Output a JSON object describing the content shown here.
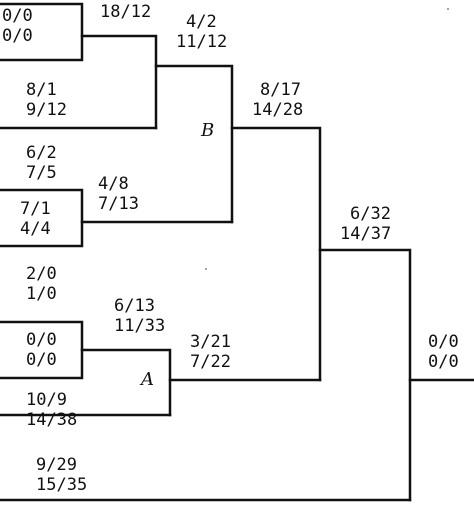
{
  "tree": {
    "leaves": [
      {
        "id": "leaf-1",
        "top": "0/0",
        "bottom": "0/0"
      },
      {
        "id": "leaf-2",
        "top": "8/1",
        "bottom": "9/12"
      },
      {
        "id": "leaf-3",
        "top": "6/2",
        "bottom": "7/5"
      },
      {
        "id": "leaf-4",
        "top": "7/1",
        "bottom": "4/4"
      },
      {
        "id": "leaf-5",
        "top": "2/0",
        "bottom": "1/0"
      },
      {
        "id": "leaf-6",
        "top": "0/0",
        "bottom": "0/0"
      },
      {
        "id": "leaf-7",
        "top": "10/9",
        "bottom": "14/38"
      },
      {
        "id": "leaf-8",
        "top": "9/29",
        "bottom": "15/35"
      }
    ],
    "internal": [
      {
        "id": "node-1",
        "top": "18/12",
        "bottom": ""
      },
      {
        "id": "node-2",
        "top": "4/2",
        "bottom": "11/12"
      },
      {
        "id": "node-3",
        "top": "4/8",
        "bottom": "7/13"
      },
      {
        "id": "node-b",
        "top": "8/17",
        "bottom": "14/28",
        "letter": "B"
      },
      {
        "id": "node-4",
        "top": "6/13",
        "bottom": "11/33"
      },
      {
        "id": "node-a",
        "top": "3/21",
        "bottom": "7/22",
        "letter": "A"
      },
      {
        "id": "node-5",
        "top": "6/32",
        "bottom": "14/37"
      },
      {
        "id": "root",
        "top": "0/0",
        "bottom": "0/0"
      }
    ]
  }
}
